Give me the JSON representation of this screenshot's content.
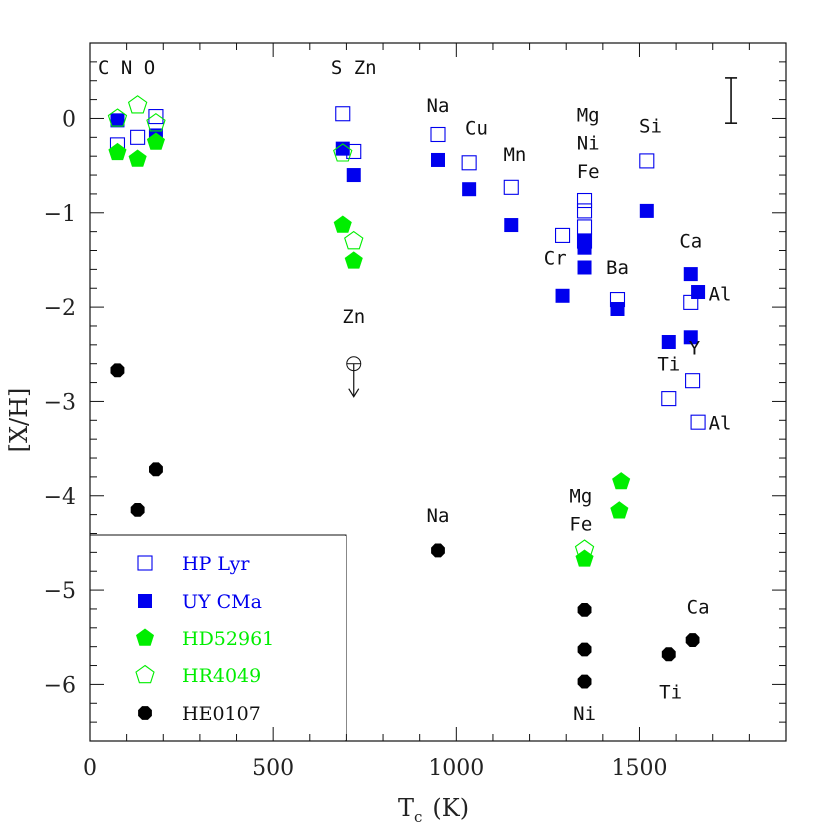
{
  "chart_data": {
    "type": "scatter",
    "xlabel": "T",
    "xlabel_sub": "c",
    "xlabel_unit": "(K)",
    "ylabel": "[X/H]",
    "xlim": [
      0,
      1900
    ],
    "ylim": [
      -6.6,
      0.8
    ],
    "xticks": [
      "0",
      "500",
      "1000",
      "1500"
    ],
    "yticks": [
      "−6",
      "−5",
      "−4",
      "−3",
      "−2",
      "−1",
      "0"
    ],
    "grid": false,
    "legend_position": "bottom-left",
    "error_bar": {
      "x": 1750,
      "y_low": -0.05,
      "y_high": 0.43
    },
    "colors": {
      "blue": "#0000ee",
      "green": "#00ee00",
      "black": "#000000"
    },
    "series": [
      {
        "name": "HP Lyr",
        "marker": "open-square",
        "color": "#0000ee",
        "x": [
          75,
          130,
          180,
          690,
          720,
          950,
          1035,
          1150,
          1290,
          1350,
          1350,
          1350,
          1350,
          1440,
          1520,
          1640,
          1645,
          1580,
          1660
        ],
        "y": [
          -0.28,
          -0.2,
          0.02,
          0.05,
          -0.35,
          -0.17,
          -0.47,
          -0.73,
          -1.24,
          -0.87,
          -0.98,
          -1.15,
          -1.3,
          -1.92,
          -0.45,
          -1.95,
          -2.78,
          -2.97,
          -3.22
        ]
      },
      {
        "name": "UY CMa",
        "marker": "filled-square",
        "color": "#0000ee",
        "x": [
          75,
          180,
          690,
          720,
          950,
          1035,
          1150,
          1290,
          1350,
          1350,
          1350,
          1440,
          1520,
          1640,
          1660,
          1640,
          1580
        ],
        "y": [
          -0.02,
          -0.18,
          -0.32,
          -0.6,
          -0.44,
          -0.75,
          -1.13,
          -1.88,
          -1.3,
          -1.37,
          -1.58,
          -2.02,
          -0.98,
          -1.65,
          -1.84,
          -2.32,
          -2.37
        ]
      },
      {
        "name": "HD52961",
        "marker": "filled-pentagon",
        "color": "#00ee00",
        "x": [
          75,
          130,
          180,
          690,
          720,
          1350,
          1450,
          1445
        ],
        "y": [
          -0.36,
          -0.43,
          -0.25,
          -1.13,
          -1.51,
          -4.67,
          -3.85,
          -4.16
        ]
      },
      {
        "name": "HR4049",
        "marker": "open-pentagon",
        "color": "#00ee00",
        "x": [
          75,
          130,
          180,
          690,
          720,
          1350
        ],
        "y": [
          0.0,
          0.14,
          -0.05,
          -0.37,
          -1.3,
          -4.57
        ]
      },
      {
        "name": "HE0107",
        "marker": "filled-octagon",
        "color": "#000000",
        "x": [
          75,
          130,
          180,
          950,
          1350,
          1350,
          1350,
          1580,
          1645
        ],
        "y": [
          -2.67,
          -4.15,
          -3.72,
          -4.58,
          -5.21,
          -5.63,
          -5.97,
          -5.68,
          -5.53
        ]
      }
    ],
    "upper_limit": {
      "x": 720,
      "y": -2.6,
      "label": "Zn"
    },
    "annotations": [
      {
        "text": "C N O",
        "x": 100,
        "y": 0.47
      },
      {
        "text": "S Zn",
        "x": 720,
        "y": 0.47
      },
      {
        "text": "Na",
        "x": 950,
        "y": 0.07
      },
      {
        "text": "Cu",
        "x": 1055,
        "y": -0.17
      },
      {
        "text": "Mn",
        "x": 1160,
        "y": -0.45
      },
      {
        "text": "Mg",
        "x": 1360,
        "y": -0.03
      },
      {
        "text": "Ni",
        "x": 1360,
        "y": -0.33
      },
      {
        "text": "Fe",
        "x": 1360,
        "y": -0.63
      },
      {
        "text": "Si",
        "x": 1530,
        "y": -0.15
      },
      {
        "text": "Cr",
        "x": 1270,
        "y": -1.55
      },
      {
        "text": "Ba",
        "x": 1440,
        "y": -1.65
      },
      {
        "text": "Ca",
        "x": 1640,
        "y": -1.37
      },
      {
        "text": "Al",
        "x": 1720,
        "y": -1.93
      },
      {
        "text": "Y",
        "x": 1650,
        "y": -2.5
      },
      {
        "text": "Ti",
        "x": 1580,
        "y": -2.67
      },
      {
        "text": "Al",
        "x": 1720,
        "y": -3.3
      },
      {
        "text": "Zn",
        "x": 720,
        "y": -2.17
      },
      {
        "text": "Na",
        "x": 950,
        "y": -4.28
      },
      {
        "text": "Mg",
        "x": 1340,
        "y": -4.07
      },
      {
        "text": "Fe",
        "x": 1340,
        "y": -4.37
      },
      {
        "text": "Ca",
        "x": 1660,
        "y": -5.25
      },
      {
        "text": "Ti",
        "x": 1585,
        "y": -6.15
      },
      {
        "text": "Ni",
        "x": 1350,
        "y": -6.38
      }
    ]
  }
}
